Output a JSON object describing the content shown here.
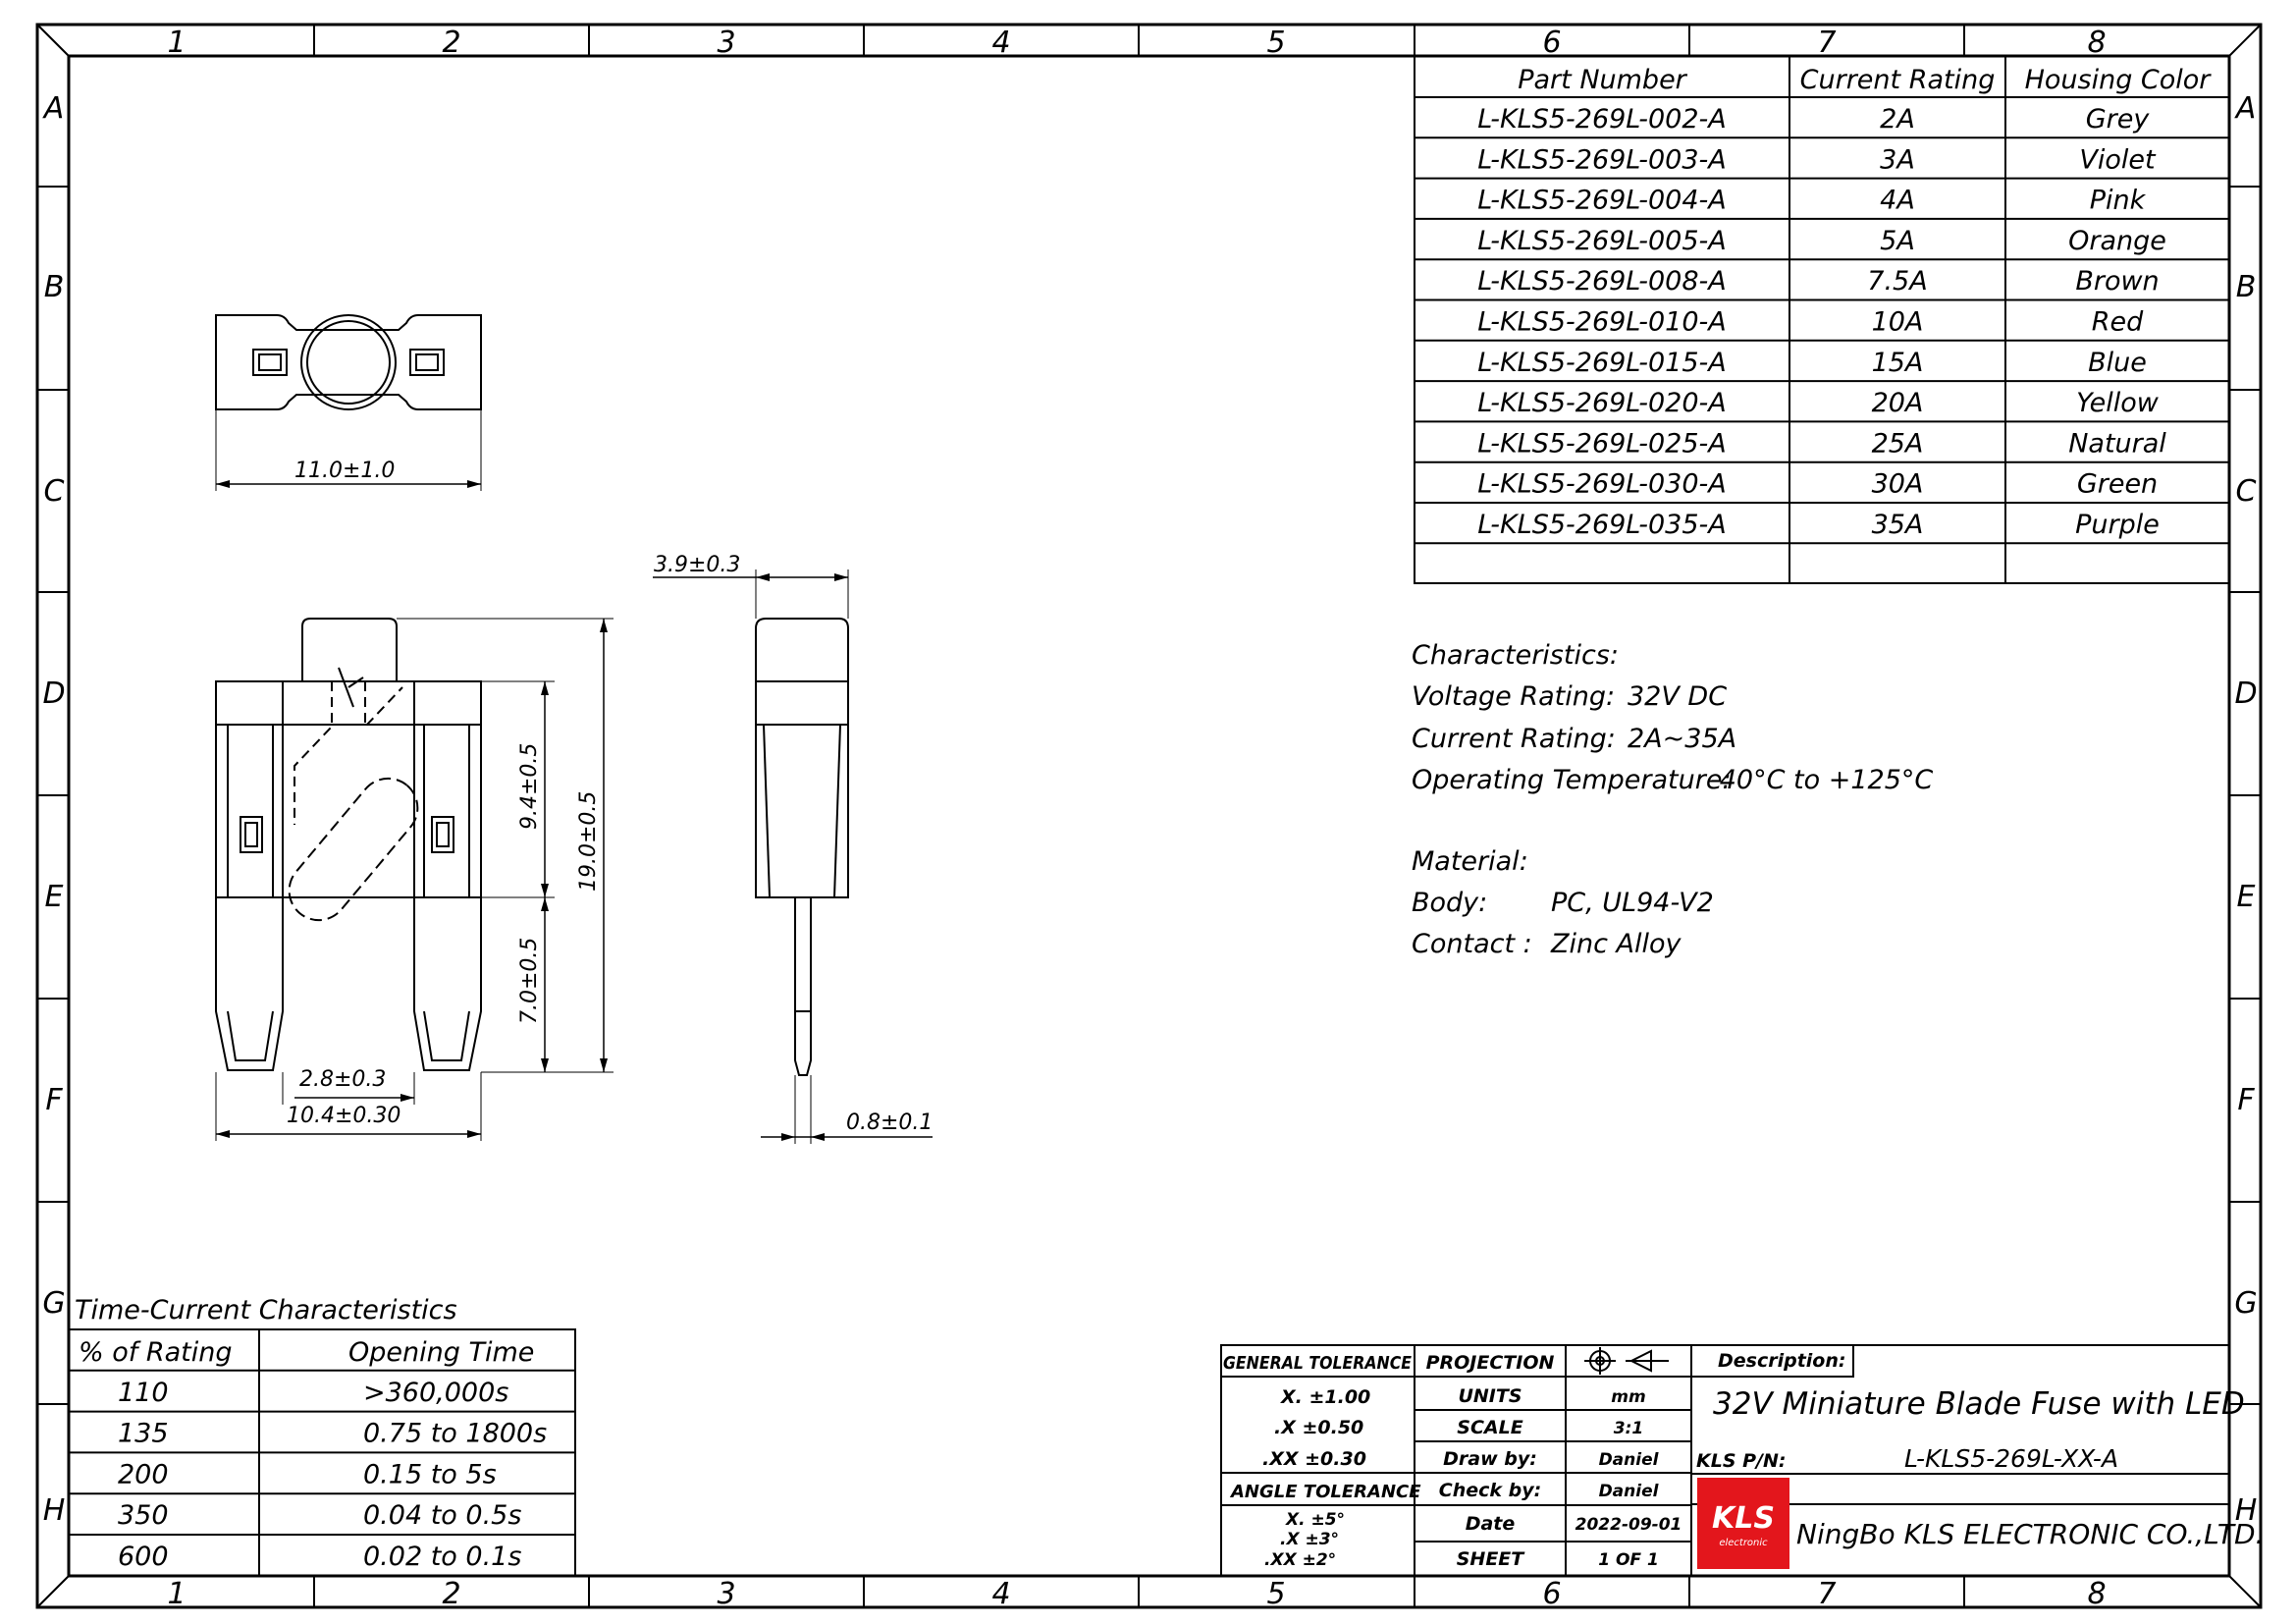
{
  "frame": {
    "columns": [
      "1",
      "2",
      "3",
      "4",
      "5",
      "6",
      "7",
      "8"
    ],
    "rows": [
      "A",
      "B",
      "C",
      "D",
      "E",
      "F",
      "G",
      "H"
    ]
  },
  "parts_table": {
    "headers": [
      "Part Number",
      "Current Rating",
      "Housing Color"
    ],
    "rows": [
      [
        "L-KLS5-269L-002-A",
        "2A",
        "Grey"
      ],
      [
        "L-KLS5-269L-003-A",
        "3A",
        "Violet"
      ],
      [
        "L-KLS5-269L-004-A",
        "4A",
        "Pink"
      ],
      [
        "L-KLS5-269L-005-A",
        "5A",
        "Orange"
      ],
      [
        "L-KLS5-269L-008-A",
        "7.5A",
        "Brown"
      ],
      [
        "L-KLS5-269L-010-A",
        "10A",
        "Red"
      ],
      [
        "L-KLS5-269L-015-A",
        "15A",
        "Blue"
      ],
      [
        "L-KLS5-269L-020-A",
        "20A",
        "Yellow"
      ],
      [
        "L-KLS5-269L-025-A",
        "25A",
        "Natural"
      ],
      [
        "L-KLS5-269L-030-A",
        "30A",
        "Green"
      ],
      [
        "L-KLS5-269L-035-A",
        "35A",
        "Purple"
      ]
    ]
  },
  "characteristics": {
    "title": "Characteristics:",
    "voltage_label": "Voltage Rating:",
    "voltage_value": "32V DC",
    "current_label": "Current Rating:",
    "current_value": "2A~35A",
    "temp_label": "Operating Temperature:",
    "temp_value": "-40°C to +125°C"
  },
  "material": {
    "title": "Material:",
    "body_label": "Body:",
    "body_value": "PC, UL94-V2",
    "contact_label": "Contact :",
    "contact_value": "Zinc Alloy"
  },
  "dimensions": {
    "top_width": "11.0±1.0",
    "side_thickness": "3.9±0.3",
    "body_height": "9.4±0.5",
    "total_height": "19.0±0.5",
    "blade_length": "7.0±0.5",
    "blade_width": "2.8±0.3",
    "overall_width": "10.4±0.30",
    "blade_thickness": "0.8±0.1"
  },
  "time_current": {
    "title": "Time-Current Characteristics",
    "headers": [
      "% of Rating",
      "Opening Time"
    ],
    "rows": [
      [
        "110",
        ">360,000s"
      ],
      [
        "135",
        "0.75  to 1800s"
      ],
      [
        "200",
        "0.15  to  5s"
      ],
      [
        "350",
        "0.04 to 0.5s"
      ],
      [
        "600",
        "0.02 to 0.1s"
      ]
    ]
  },
  "title_block": {
    "general_tolerance": "GENERAL TOLERANCE",
    "tol_x": "X.  ±1.00",
    "tol_dx": ".X  ±0.50",
    "tol_dxx": ".XX  ±0.30",
    "angle_tolerance": "ANGLE TOLERANCE",
    "ang_x": "X.  ±5°",
    "ang_dx": ".X  ±3°",
    "ang_dxx": ".XX  ±2°",
    "projection_label": "PROJECTION",
    "units_label": "UNITS",
    "units_value": "mm",
    "scale_label": "SCALE",
    "scale_value": "3:1",
    "draw_label": "Draw by:",
    "draw_value": "Daniel",
    "check_label": "Check by:",
    "check_value": "Daniel",
    "date_label": "Date",
    "date_value": "2022-09-01",
    "sheet_label": "SHEET",
    "sheet_value": "1  OF  1",
    "description_label": "Description:",
    "description_value": "32V Miniature Blade Fuse with LED",
    "pn_label": "KLS P/N:",
    "pn_value": "L-KLS5-269L-XX-A",
    "logo_text": "KLS",
    "logo_sub": "electronic",
    "company": "NingBo KLS ELECTRONIC CO.,LTD.",
    "logo_color": "#e3161c"
  }
}
